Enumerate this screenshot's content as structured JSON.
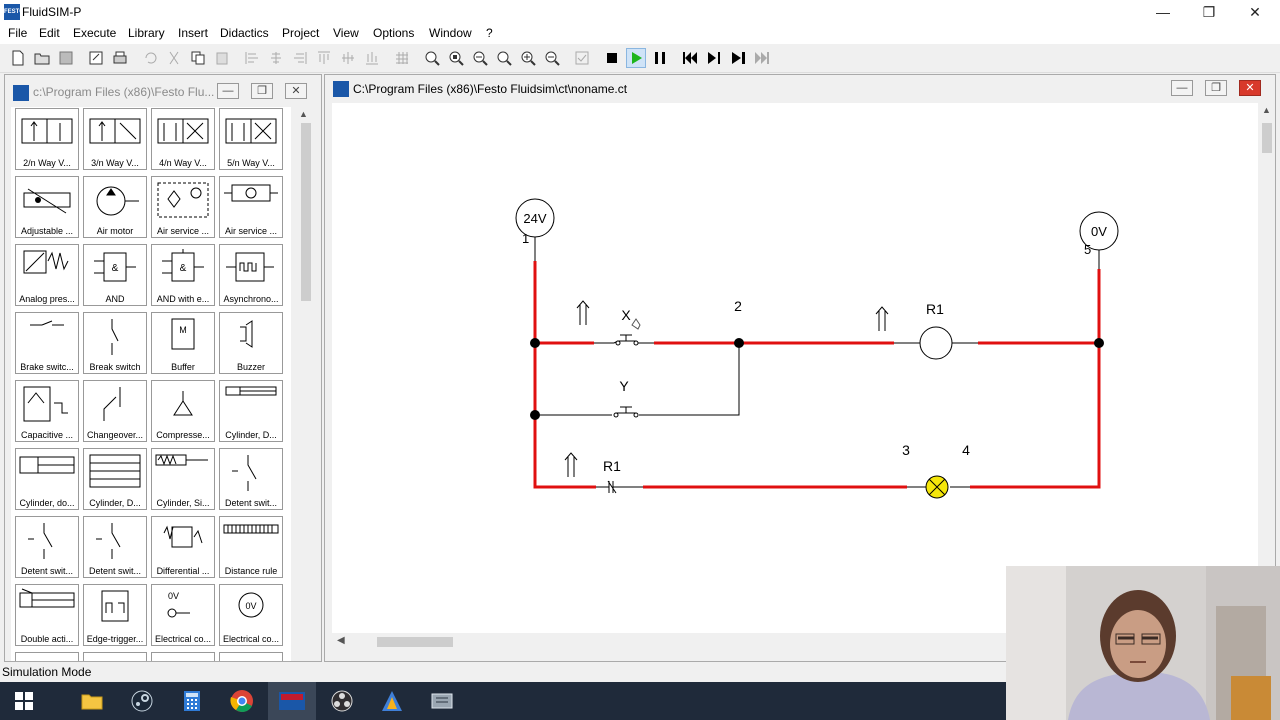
{
  "window": {
    "title": "FluidSIM-P",
    "controls": [
      "minimize-icon",
      "restore-icon",
      "close-icon"
    ]
  },
  "menu": [
    "File",
    "Edit",
    "Execute",
    "Library",
    "Insert",
    "Didactics",
    "Project",
    "View",
    "Options",
    "Window",
    "?"
  ],
  "library": {
    "title": "c:\\Program Files (x86)\\Festo Flu...",
    "items": [
      "2/n Way V...",
      "3/n Way V...",
      "4/n Way V...",
      "5/n Way V...",
      "Adjustable ...",
      "Air motor",
      "Air service ...",
      "Air service ...",
      "Analog pres...",
      "AND",
      "AND with e...",
      "Asynchrono...",
      "Brake switc...",
      "Break switch",
      "Buffer",
      "Buzzer",
      "Capacitive ...",
      "Changeover...",
      "Compresse...",
      "Cylinder, D...",
      "Cylinder, do...",
      "Cylinder, D...",
      "Cylinder, Si...",
      "Detent swit...",
      "Detent swit...",
      "Detent swit...",
      "Differential ...",
      "Distance rule",
      "Double acti...",
      "Edge-trigger...",
      "Electrical co...",
      "Electrical co..."
    ],
    "tile_text": {
      "and": "&",
      "buffer": "M",
      "zero_v": "0V"
    }
  },
  "circuit": {
    "title": "C:\\Program Files (x86)\\Festo Fluidsim\\ct\\noname.ct",
    "labels": {
      "supply_pos": "24V",
      "supply_neg": "0V",
      "node1": "1",
      "node5": "5",
      "node2": "2",
      "node3": "3",
      "node4": "4",
      "switch_x": "X",
      "switch_y": "Y",
      "relay_coil": "R1",
      "relay_contact": "R1"
    },
    "colors": {
      "energized": "#e01010",
      "wire": "#000000",
      "lamp_on": "#f5e60a"
    }
  },
  "status": {
    "mode": "Simulation Mode"
  }
}
